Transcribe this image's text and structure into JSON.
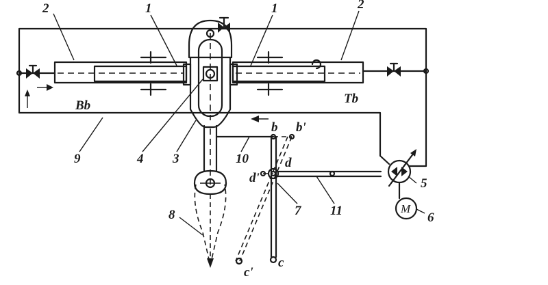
{
  "labels": {
    "n1_left": "1",
    "n1_right": "1",
    "n2_left": "2",
    "n2_right": "2",
    "n3": "3",
    "n4": "4",
    "n5": "5",
    "n6": "6",
    "n7": "7",
    "n8": "8",
    "n9": "9",
    "n10": "10",
    "n11": "11",
    "bb": "Bb",
    "tb": "Tb",
    "b": "b",
    "b_prime": "b'",
    "c": "c",
    "c_prime": "c'",
    "d": "d",
    "d_prime": "d'",
    "motor": "M"
  }
}
